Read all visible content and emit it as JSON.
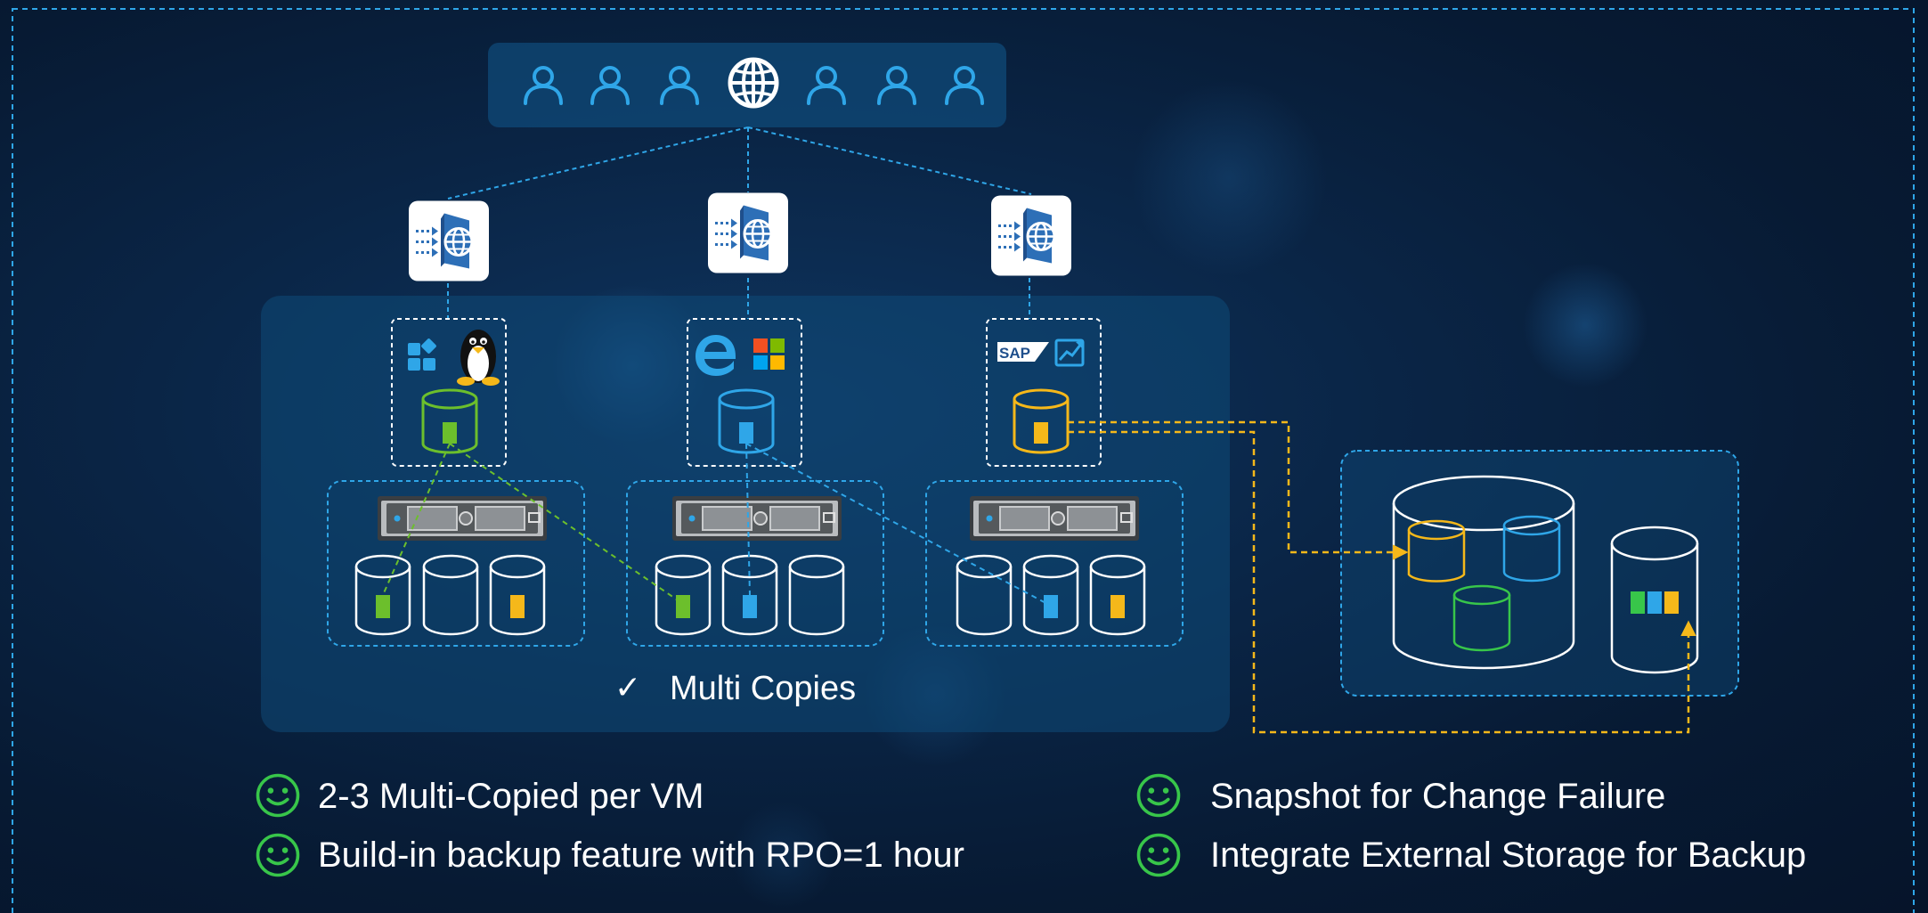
{
  "colors": {
    "accent_blue": "#2fa6e8",
    "green": "#6cbf2c",
    "yellow": "#f5b81a",
    "smile_green": "#38c64a",
    "gateway_blue": "#2d6fb7",
    "panel": "#0f4a78"
  },
  "top_bar": {
    "icons": [
      "user-icon",
      "user-icon",
      "user-icon",
      "globe-icon",
      "user-icon",
      "user-icon",
      "user-icon"
    ]
  },
  "gateways": [
    {
      "icon": "web-gateway-icon"
    },
    {
      "icon": "web-gateway-icon"
    },
    {
      "icon": "web-gateway-icon"
    }
  ],
  "vm_groups": [
    {
      "app_icons": [
        "apps-grid-icon",
        "linux-penguin-icon"
      ],
      "disk_color": "green"
    },
    {
      "app_icons": [
        "edge-browser-icon",
        "windows-logo-icon"
      ],
      "disk_color": "blue"
    },
    {
      "app_icons": [
        "sap-logo-icon",
        "analytics-chart-icon"
      ],
      "disk_color": "yellow"
    }
  ],
  "sap_label": "SAP",
  "multi_copies": {
    "check": "✓",
    "label": "Multi Copies"
  },
  "external_storage": {
    "icon": "external-storage-icon"
  },
  "features": [
    {
      "text": "2-3 Multi-Copied per VM",
      "icon": "smiley-icon"
    },
    {
      "text": "Build-in backup feature with RPO=1 hour",
      "icon": "smiley-icon"
    },
    {
      "text": "Snapshot for Change Failure",
      "icon": "smiley-icon"
    },
    {
      "text": "Integrate External Storage for Backup",
      "icon": "smiley-icon"
    }
  ]
}
